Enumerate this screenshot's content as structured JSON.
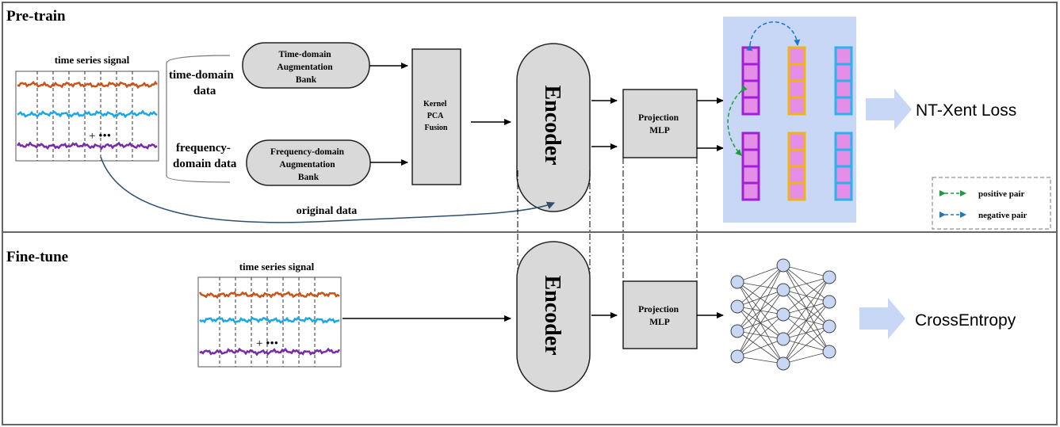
{
  "sections": {
    "pretrain_label": "Pre-train",
    "finetune_label": "Fine-tune"
  },
  "pretrain": {
    "signal_title": "time series signal",
    "signal_ellipsis": "+ •••",
    "time_domain_data": [
      "time-domain",
      "data"
    ],
    "frequency_domain_data": [
      "frequency-",
      "domain data"
    ],
    "time_aug_bank": [
      "Time-domain",
      "Augmentation",
      "Bank"
    ],
    "freq_aug_bank": [
      "Frequency-domain",
      "Augmentation",
      "Bank"
    ],
    "fusion": [
      "Kernel",
      "PCA",
      "Fusion"
    ],
    "encoder": "Encoder",
    "projection": [
      "Projection",
      "MLP"
    ],
    "original_data": "original data",
    "loss": "NT-Xent Loss",
    "legend": {
      "positive": "positive pair",
      "negative": "negative pair"
    }
  },
  "finetune": {
    "signal_title": "time series signal",
    "signal_ellipsis": "+ •••",
    "encoder": "Encoder",
    "projection": [
      "Projection",
      "MLP"
    ],
    "loss": "CrossEntropy"
  },
  "colors": {
    "orange_signal": "#c8541a",
    "cyan_signal": "#1aa7e6",
    "purple_signal": "#7a2aa6",
    "box_fill": "#d9d9d9",
    "embedding_panel": "#c7d7f5",
    "arrow_fill": "#c7d7f5",
    "purple_vector": "#a11fd6",
    "yellow_vector": "#f0b41a",
    "cyan_vector": "#2cb3ea",
    "vector_cell": "#e48ee8",
    "positive_pair": "#1a9e3a",
    "negative_pair": "#1a78c8",
    "nn_node": "#c8d8f4"
  }
}
